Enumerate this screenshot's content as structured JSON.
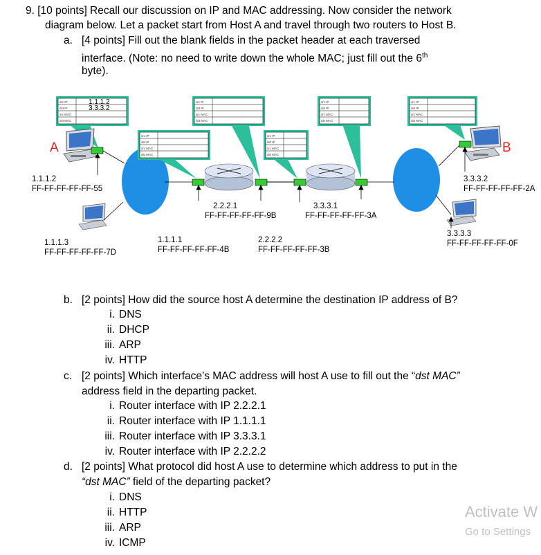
{
  "q9": {
    "line1": "9.  [10 points] Recall our discussion on IP and MAC addressing. Now consider the network",
    "line2": "diagram below. Let a packet start from Host A and travel through two routers to Host B.",
    "a_marker": "a.",
    "a_line1": "[4 points] Fill out the blank fields in the packet header at each traversed",
    "a_line2_pre": "interface. (Note: no need to write down the whole MAC; just fill out the 6",
    "a_sup": "th",
    "a_line3": "byte)."
  },
  "diagram": {
    "header_fields": [
      "src IP",
      "dst IP",
      "src MAC",
      "dst MAC"
    ],
    "box1_src_ip": "1.1.1.2",
    "box1_dst_ip": "3.3.3.2",
    "host_a_letter": "A",
    "host_b_letter": "B",
    "host_a_ip": "1.1.1.2",
    "host_a_mac": "FF-FF-FF-FF-FF-55",
    "host_113_ip": "1.1.1.3",
    "host_113_mac": "FF-FF-FF-FF-FF-7D",
    "r1_left_ip": "1.1.1.1",
    "r1_left_mac": "FF-FF-FF-FF-FF-4B",
    "r1_right_ip": "2.2.2.1",
    "r1_right_mac": "FF-FF-FF-FF-FF-9B",
    "r2_left_ip": "2.2.2.2",
    "r2_left_mac": "FF-FF-FF-FF-FF-3B",
    "r2_right_ip": "3.3.3.1",
    "r2_right_mac": "FF-FF-FF-FF-FF-3A",
    "host_b_ip": "3.3.3.2",
    "host_b_mac": "FF-FF-FF-FF-FF-2A",
    "host_333_ip": "3.3.3.3",
    "host_333_mac": "FF-FF-FF-FF-FF-0F"
  },
  "qb": {
    "marker": "b.",
    "text": "[2 points] How did the source host A determine the destination IP address of B?",
    "options": [
      {
        "num": "i.",
        "text": "DNS"
      },
      {
        "num": "ii.",
        "text": "DHCP"
      },
      {
        "num": "iii.",
        "text": "ARP"
      },
      {
        "num": "iv.",
        "text": "HTTP"
      }
    ]
  },
  "qc": {
    "marker": "c.",
    "line1": "[2 points] Which interface’s MAC address will host A use to fill out the “",
    "line1_em": "dst MAC”",
    "line2": "address field in the departing packet.",
    "options": [
      {
        "num": "i.",
        "text": "Router interface with IP 2.2.2.1"
      },
      {
        "num": "ii.",
        "text": "Router interface with IP 1.1.1.1"
      },
      {
        "num": "iii.",
        "text": "Router interface with IP 3.3.3.1"
      },
      {
        "num": "iv.",
        "text": "Router interface with IP 2.2.2.2"
      }
    ]
  },
  "qd": {
    "marker": "d.",
    "line1": "[2 points] What protocol did host A use to determine which address to put in the",
    "line2_em": "“dst MAC”",
    "line2": " field of the departing packet?",
    "options": [
      {
        "num": "i.",
        "text": "DNS"
      },
      {
        "num": "ii.",
        "text": "HTTP"
      },
      {
        "num": "iii.",
        "text": "ARP"
      },
      {
        "num": "iv.",
        "text": "ICMP"
      }
    ]
  },
  "watermark": {
    "line1": "Activate W",
    "line2": "Go to Settings"
  },
  "colors": {
    "callout": "#2dbf99",
    "lan": "#1f8fe6",
    "red": "#e02020",
    "router": "#c8d4e6",
    "iface": "#33cc33"
  }
}
